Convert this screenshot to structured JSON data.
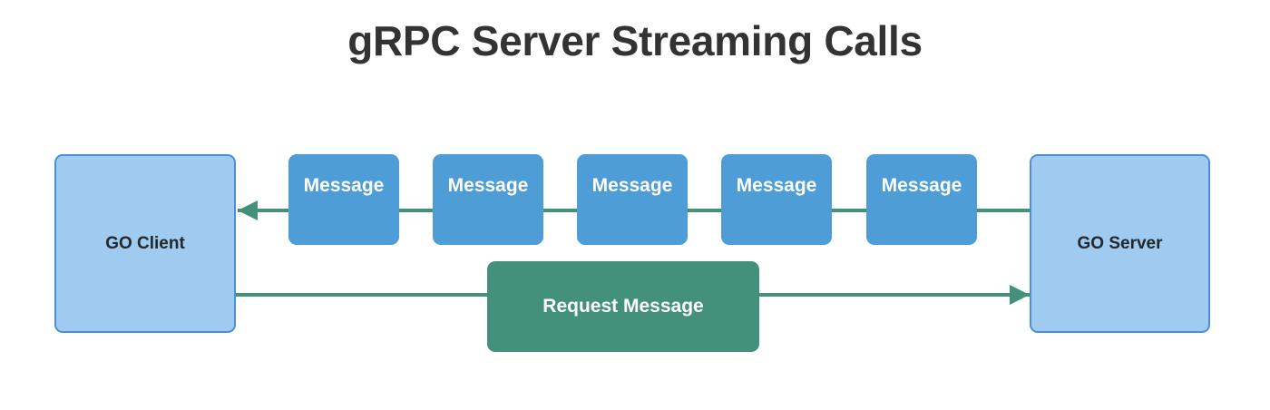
{
  "diagram": {
    "title": "gRPC Server Streaming Calls",
    "type": "sequence-flow",
    "colors": {
      "title_text": "#333333",
      "endpoint_fill": "#9fcbf0",
      "endpoint_border": "#4a90d9",
      "endpoint_text": "#23282d",
      "message_fill": "#4f9dd6",
      "message_text": "#ffffff",
      "request_fill": "#43917b",
      "request_text": "#ffffff",
      "connector": "#43917b",
      "background": "#ffffff"
    },
    "endpoints": {
      "client": {
        "label": "GO Client"
      },
      "server": {
        "label": "GO Server"
      }
    },
    "response_stream": {
      "direction": "server-to-client",
      "count": 5,
      "messages": [
        {
          "label": "Message"
        },
        {
          "label": "Message"
        },
        {
          "label": "Message"
        },
        {
          "label": "Message"
        },
        {
          "label": "Message"
        }
      ]
    },
    "request_flow": {
      "direction": "client-to-server",
      "label": "Request Message"
    }
  }
}
